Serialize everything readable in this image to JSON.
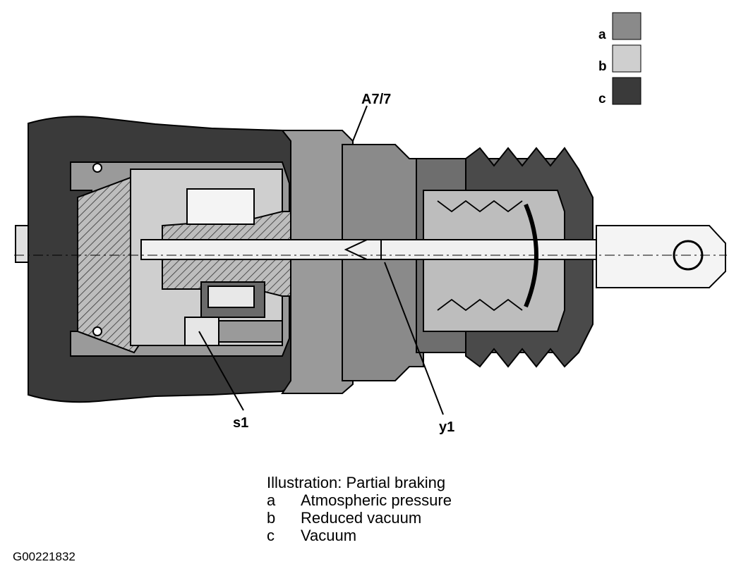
{
  "legend": [
    {
      "key": "a",
      "color": "#8a8a8a"
    },
    {
      "key": "b",
      "color": "#cfcfcf"
    },
    {
      "key": "c",
      "color": "#3a3a3a"
    }
  ],
  "labels": {
    "component": "A7/7",
    "switch": "s1",
    "valve": "y1"
  },
  "caption": {
    "title": "Illustration: Partial braking",
    "items": [
      {
        "key": "a",
        "text": "Atmospheric pressure"
      },
      {
        "key": "b",
        "text": "Reduced vacuum"
      },
      {
        "key": "c",
        "text": "Vacuum"
      }
    ]
  },
  "figure_id": "G00221832"
}
